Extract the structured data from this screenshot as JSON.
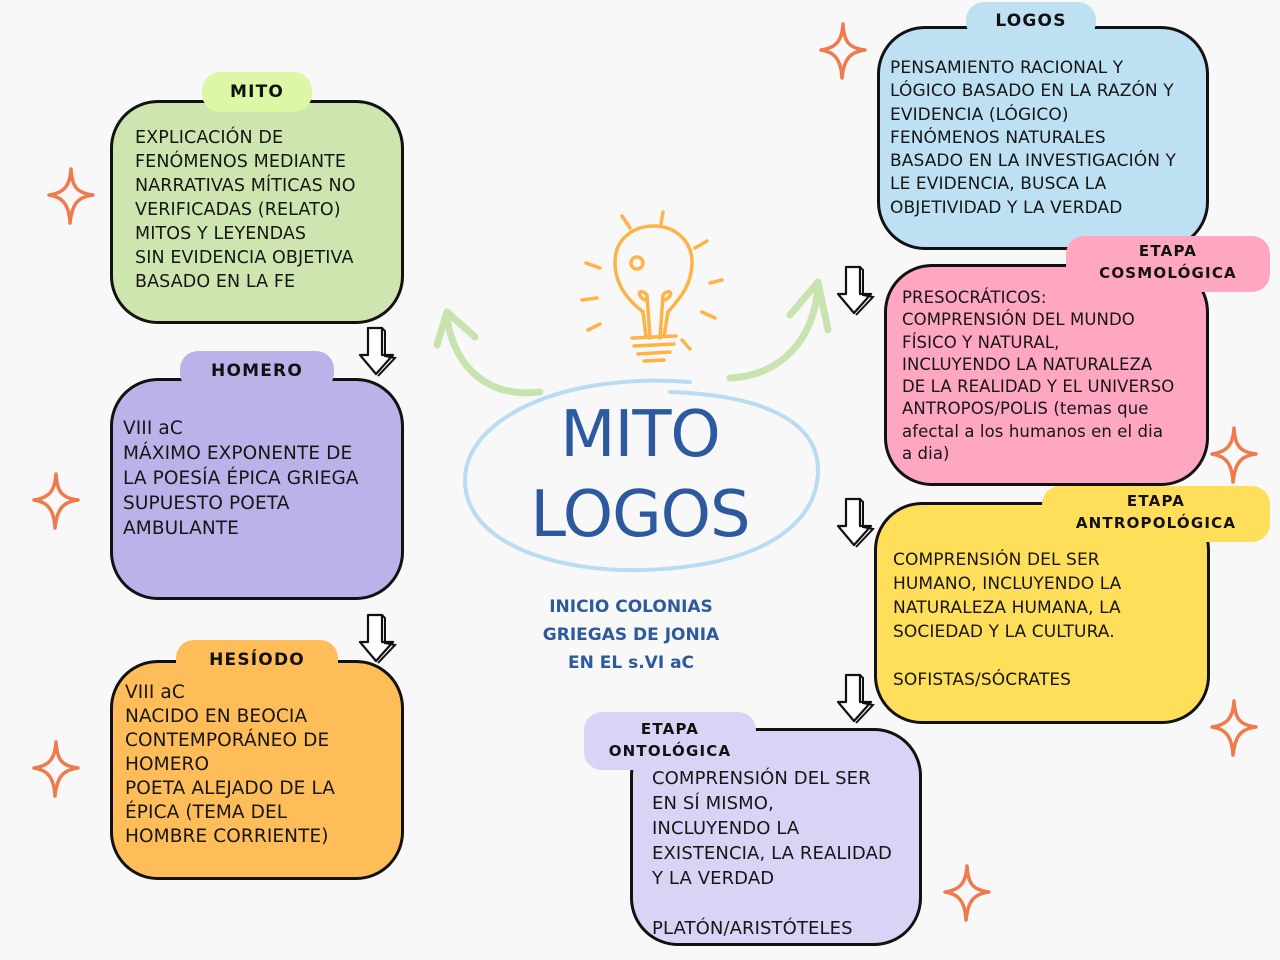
{
  "colors": {
    "background": "#f8f8f8",
    "mito_green": "#cfe5b0",
    "mito_tab": "#dcf7a6",
    "homero_purple": "#b9b3e9",
    "hesiodo_orange": "#ffbd59",
    "logos_blue": "#bde0f3",
    "cosmologica_pink": "#ffa6c0",
    "antropologica_yellow": "#ffde59",
    "ontologica_lavender": "#d9d4f6",
    "title_blue": "#2d5a9e",
    "star_orange": "#ef7b4d",
    "bulb_orange": "#ffb347",
    "curve_green": "#c9e3b0",
    "ellipse_blue": "#b9dcf2"
  },
  "center": {
    "title": "MITO\nLOGOS",
    "subtitle": "INICIO COLONIAS\nGRIEGAS DE  JONIA\nEN EL s.VI aC",
    "icon": "lightbulb-icon"
  },
  "left_column": [
    {
      "id": "mito",
      "label": "MITO",
      "text": "EXPLICACIÓN DE\nFENÓMENOS MEDIANTE\nNARRATIVAS MÍTICAS NO\nVERIFICADAS (RELATO)\nMITOS Y LEYENDAS\nSIN EVIDENCIA OBJETIVA\nBASADO EN LA FE"
    },
    {
      "id": "homero",
      "label": "HOMERO",
      "text": "VIII aC\nMÁXIMO EXPONENTE DE\nLA POESÍA ÉPICA GRIEGA\nSUPUESTO POETA\nAMBULANTE"
    },
    {
      "id": "hesiodo",
      "label": "HESÍODO",
      "text": "VIII aC\nNACIDO EN BEOCIA\nCONTEMPORÁNEO DE\nHOMERO\nPOETA ALEJADO DE LA\nÉPICA (TEMA DEL\nHOMBRE CORRIENTE)"
    }
  ],
  "right_column": [
    {
      "id": "logos",
      "label": "LOGOS",
      "text": "PENSAMIENTO RACIONAL Y\nLÓGICO BASADO EN LA RAZÓN Y\nEVIDENCIA (LÓGICO)\nFENÓMENOS NATURALES\nBASADO EN LA INVESTIGACIÓN Y\nLE EVIDENCIA, BUSCA LA\nOBJETIVIDAD Y LA VERDAD"
    },
    {
      "id": "cosmologica",
      "label": "ETAPA\nCOSMOLÓGICA",
      "text": "PRESOCRÁTICOS:\nCOMPRENSIÓN DEL MUNDO\nFÍSICO Y NATURAL,\nINCLUYENDO LA NATURALEZA\nDE LA REALIDAD Y EL UNIVERSO\nANTROPOS/POLIS (temas que\nafectal a los humanos en el dia\na dia)"
    },
    {
      "id": "antropologica",
      "label": "ETAPA\nANTROPOLÓGICA",
      "text": "COMPRENSIÓN DEL SER\nHUMANO, INCLUYENDO LA\nNATURALEZA HUMANA, LA\nSOCIEDAD Y LA CULTURA.\n\nSOFISTAS/SÓCRATES"
    },
    {
      "id": "ontologica",
      "label": "ETAPA\nONTOLÓGICA",
      "text": "COMPRENSIÓN DEL SER\nEN SÍ MISMO,\nINCLUYENDO LA\nEXISTENCIA, LA REALIDAD\nY LA VERDAD\n\nPLATÓN/ARISTÓTELES"
    }
  ],
  "decorations": {
    "stars": 7,
    "down_arrows": 5,
    "curved_arrows": 2
  }
}
